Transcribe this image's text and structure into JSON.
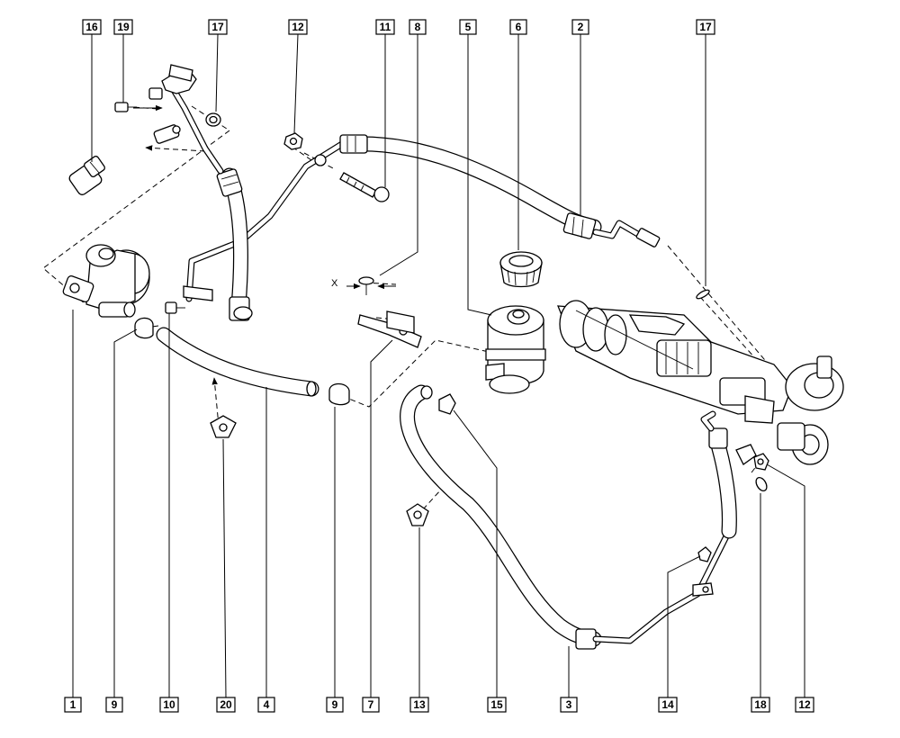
{
  "diagram": {
    "view_marker": "X",
    "callouts_top": [
      "16",
      "19",
      "17",
      "12",
      "11",
      "8",
      "5",
      "6",
      "2",
      "17"
    ],
    "callouts_bottom": [
      "1",
      "9",
      "10",
      "20",
      "4",
      "9",
      "7",
      "13",
      "15",
      "3",
      "14",
      "18",
      "12"
    ]
  }
}
